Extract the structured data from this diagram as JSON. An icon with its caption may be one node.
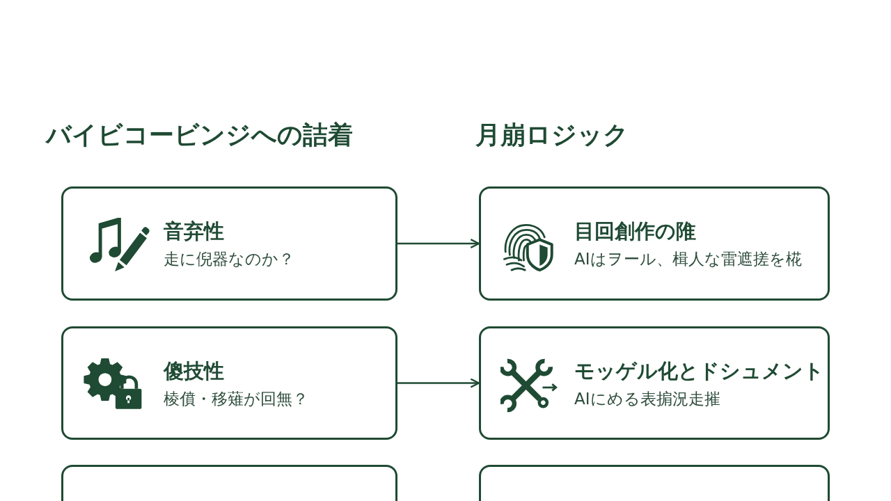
{
  "diagram": {
    "nodes": [
      {
        "text": [
          "音弃性",
          "走に倪器なのか？"
        ]
      },
      {
        "text": [
          "目回創作の陮",
          "AIはヲール、楫人な雷遮搓を椛"
        ]
      },
      {
        "text": [
          "傻技性",
          "棱僨・移薙が回無？"
        ]
      },
      {
        "text": [
          "モッゲル化とドシュメント",
          "AIにめる表掮況走摧"
        ]
      },
      {
        "text": [],
        "shape": "box"
      },
      {
        "text": [],
        "shape": "box"
      }
    ],
    "edges": [
      {
        "from": 0,
        "to": 1,
        "arrow": "to"
      },
      {
        "from": 2,
        "to": 3,
        "arrow": "to"
      }
    ],
    "labels": [
      "バイビコービンジへの詰着",
      "月崩ロジック"
    ]
  }
}
